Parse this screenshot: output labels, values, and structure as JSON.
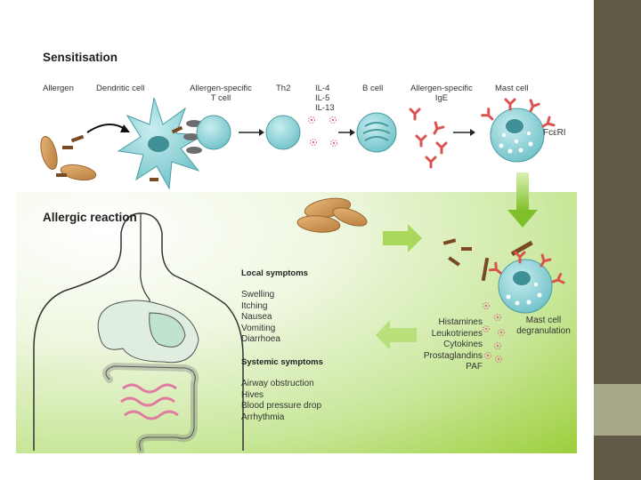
{
  "sensitisation": {
    "title": "Sensitisation",
    "labels": {
      "allergen": "Allergen",
      "dendritic_cell": "Dendritic cell",
      "allergen_specific_t_cell": "Allergen-specific\nT cell",
      "th2": "Th2",
      "cytokines": "IL-4\nIL-5\nIL-13",
      "b_cell": "B cell",
      "allergen_specific_ige": "Allergen-specific\nIgE",
      "mast_cell": "Mast cell",
      "receptor": "FcεRI"
    }
  },
  "allergic_reaction": {
    "title": "Allergic reaction",
    "local_symptoms_title": "Local symptoms",
    "local_symptoms": [
      "Swelling",
      "Itching",
      "Nausea",
      "Vomiting",
      "Diarrhoea"
    ],
    "systemic_symptoms_title": "Systemic symptoms",
    "systemic_symptoms": [
      "Airway obstruction",
      "Hives",
      "Blood pressure drop",
      "Arrhythmia"
    ],
    "mediators": [
      "Histamines",
      "Leukotrienes",
      "Cytokines",
      "Prostaglandins",
      "PAF"
    ],
    "degranulation_label": "Mast cell\ndegranulation"
  },
  "colors": {
    "cell": "#8fd3d9",
    "cell_dark": "#4a9ca3",
    "peanut": "#c98d4a",
    "antibody": "#d9534f",
    "arrow_green": "#9ccf3c",
    "slide_bar": "#5e5a46",
    "slide_accent": "#a8a98a"
  },
  "icons": [
    "peanut-icon",
    "dendritic-cell-icon",
    "t-cell-icon",
    "b-cell-icon",
    "antibody-icon",
    "mast-cell-icon",
    "human-torso-icon"
  ]
}
